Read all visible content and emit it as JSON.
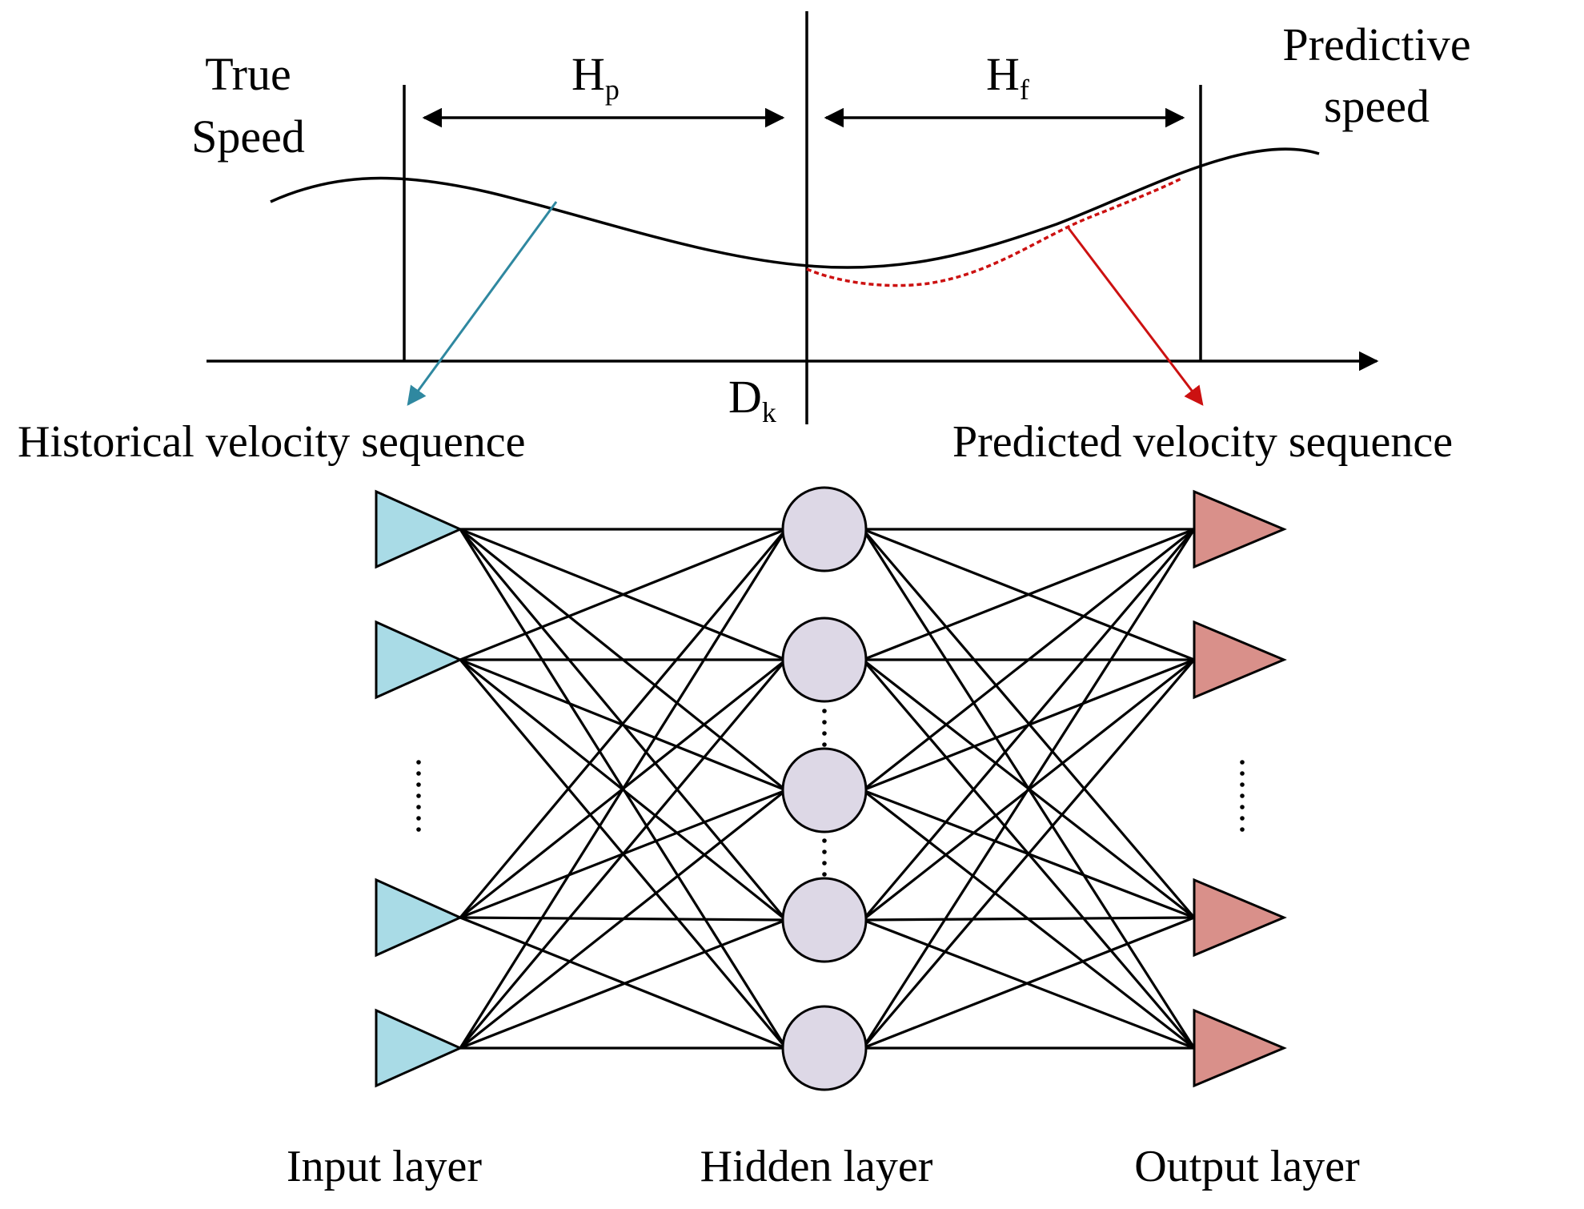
{
  "top": {
    "true_speed_lines": [
      "True",
      "Speed"
    ],
    "predictive_speed_lines": [
      "Predictive",
      "speed"
    ],
    "hp_label": {
      "main": "H",
      "sub": "p"
    },
    "hf_label": {
      "main": "H",
      "sub": "f"
    },
    "dk_label": {
      "main": "D",
      "sub": "k"
    },
    "historical_label": "Historical velocity sequence",
    "predicted_label": "Predicted velocity sequence"
  },
  "network": {
    "input_label": "Input layer",
    "hidden_label": "Hidden layer",
    "output_label": "Output layer",
    "input_nodes": 4,
    "hidden_nodes": 5,
    "output_nodes": 4
  },
  "colors": {
    "input_fill": "#a9dbe6",
    "hidden_fill": "#ddd8e6",
    "output_fill": "#d9908a",
    "historical_arrow": "#2f88a0",
    "predicted_arrow": "#cc1111",
    "predicted_curve": "#cc1111"
  }
}
